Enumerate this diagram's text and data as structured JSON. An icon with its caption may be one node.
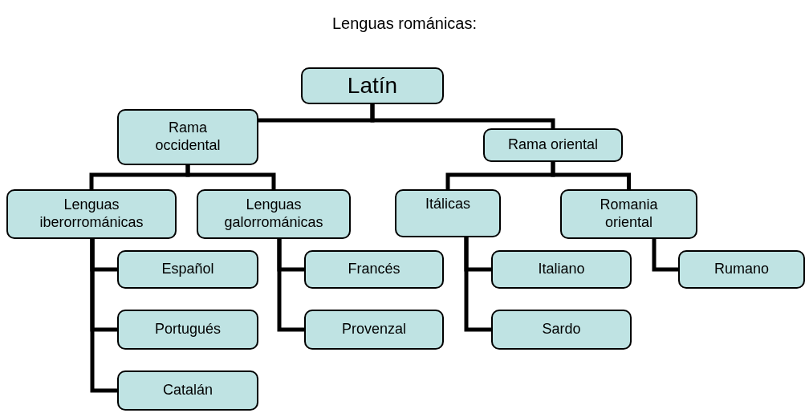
{
  "diagram": {
    "title": "Lenguas románicas:",
    "nodes": [
      {
        "text": [
          "Latín"
        ]
      },
      {
        "text": [
          "Rama occidental"
        ]
      },
      {
        "text": [
          "Rama oriental"
        ]
      },
      {
        "text": [
          "Lenguas iberorrománicas"
        ]
      },
      {
        "text": [
          "Lenguas galorrománicas"
        ]
      },
      {
        "text": [
          "Itálicas"
        ]
      },
      {
        "text": [
          "Romania oriental"
        ]
      },
      {
        "text": [
          "Español"
        ]
      },
      {
        "text": [
          "Portugués"
        ]
      },
      {
        "text": [
          "Catalán"
        ]
      },
      {
        "text": [
          "Francés"
        ]
      },
      {
        "text": [
          "Provenzal"
        ]
      },
      {
        "text": [
          "Italiano"
        ]
      },
      {
        "text": [
          "Sardo"
        ]
      },
      {
        "text": [
          "Rumano"
        ]
      }
    ],
    "edges": [
      {
        "from": 0,
        "to": 1,
        "arrow": "none"
      },
      {
        "from": 0,
        "to": 2,
        "arrow": "none"
      },
      {
        "from": 1,
        "to": 3,
        "arrow": "none"
      },
      {
        "from": 1,
        "to": 4,
        "arrow": "none"
      },
      {
        "from": 2,
        "to": 5,
        "arrow": "none"
      },
      {
        "from": 2,
        "to": 6,
        "arrow": "none"
      },
      {
        "from": 3,
        "to": 7,
        "arrow": "none"
      },
      {
        "from": 3,
        "to": 8,
        "arrow": "none"
      },
      {
        "from": 3,
        "to": 9,
        "arrow": "none"
      },
      {
        "from": 4,
        "to": 10,
        "arrow": "none"
      },
      {
        "from": 4,
        "to": 11,
        "arrow": "none"
      },
      {
        "from": 5,
        "to": 12,
        "arrow": "none"
      },
      {
        "from": 5,
        "to": 13,
        "arrow": "none"
      },
      {
        "from": 6,
        "to": 14,
        "arrow": "none"
      }
    ]
  }
}
